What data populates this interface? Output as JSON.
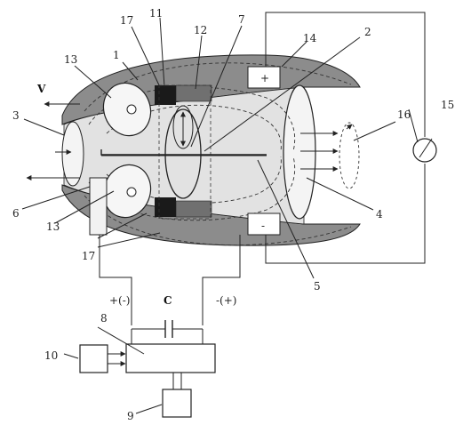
{
  "labels": {
    "n1": "1",
    "n2": "2",
    "n3": "3",
    "n4": "4",
    "n5": "5",
    "n6": "6",
    "n7": "7",
    "n8": "8",
    "n9": "9",
    "n10": "10",
    "n11": "11",
    "n12": "12",
    "n13a": "13",
    "n13b": "13",
    "n14": "14",
    "n15": "15",
    "n16": "16",
    "n17a": "17",
    "n17b": "17"
  },
  "symbols": {
    "velocity": "V",
    "capacitor": "C",
    "plus_sign": "+",
    "minus_sign": "-",
    "left_polarity": "+(-)",
    "right_polarity": "-(+)"
  },
  "colors": {
    "body_fill": "#8c8c8c",
    "channel_fill": "#e2e2e2",
    "magnet_dark": "#1a1a1a",
    "magnet_grey": "#707070",
    "line": "#222222"
  }
}
